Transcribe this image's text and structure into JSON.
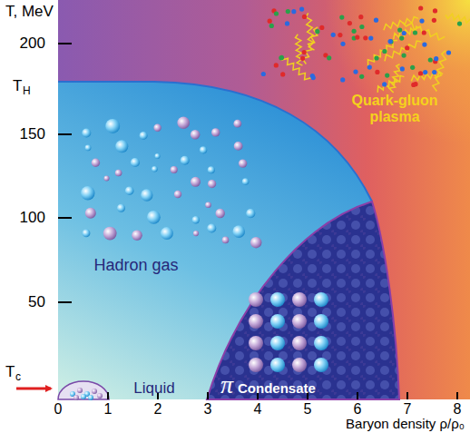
{
  "diagram": {
    "labels": [
      "T, MeV",
      "200",
      "T",
      "H",
      "150",
      "100",
      "50",
      "T",
      "c",
      "0",
      "1",
      "2",
      "3",
      "4",
      "5",
      "6",
      "7",
      "8",
      "Baryon density ρ/ρ₀",
      "Hadron gas",
      "Quark-gluon plasma",
      "Liquid",
      "π",
      "Condensate"
    ]
  }
}
